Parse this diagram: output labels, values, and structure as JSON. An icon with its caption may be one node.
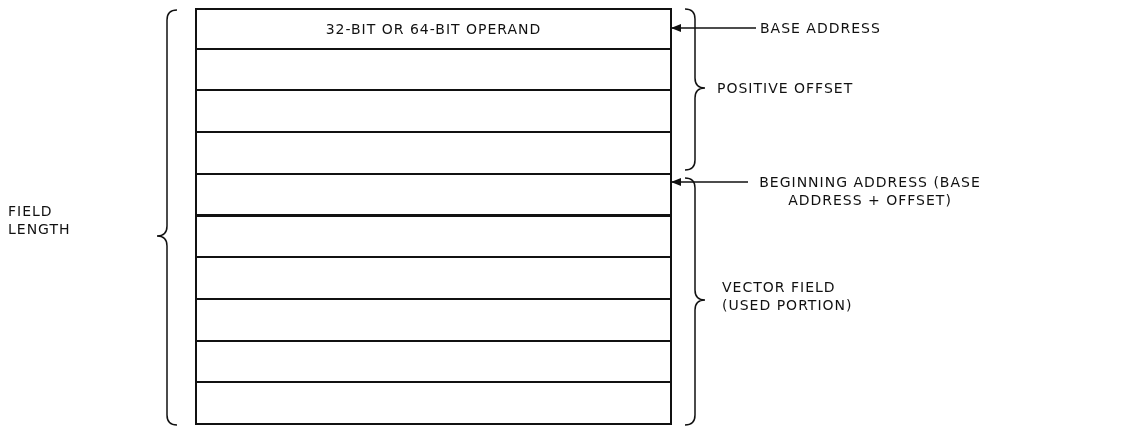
{
  "diagram": {
    "nodes": [
      {
        "text": [
          "32-BIT OR 64-BIT OPERAND"
        ]
      },
      {
        "text": [],
        "shape": "box"
      },
      {
        "text": [],
        "shape": "box"
      },
      {
        "text": [],
        "shape": "box"
      },
      {
        "text": [],
        "shape": "box"
      },
      {
        "text": [],
        "shape": "box"
      },
      {
        "text": [],
        "shape": "box"
      },
      {
        "text": [],
        "shape": "box"
      },
      {
        "text": [],
        "shape": "box"
      },
      {
        "text": [],
        "shape": "box"
      },
      {
        "text": [
          "BASE ADDRESS"
        ]
      },
      {
        "text": [
          "BEGINNING ADDRESS (BASE ADDRESS + OFFSET)"
        ]
      }
    ],
    "edges": [
      {
        "from": 10,
        "to": 0,
        "arrow": "to"
      },
      {
        "from": 11,
        "to": 4,
        "arrow": "to"
      }
    ],
    "labels": [
      "FIELD LENGTH",
      "POSITIVE OFFSET",
      "VECTOR FIELD (USED PORTION)"
    ]
  }
}
